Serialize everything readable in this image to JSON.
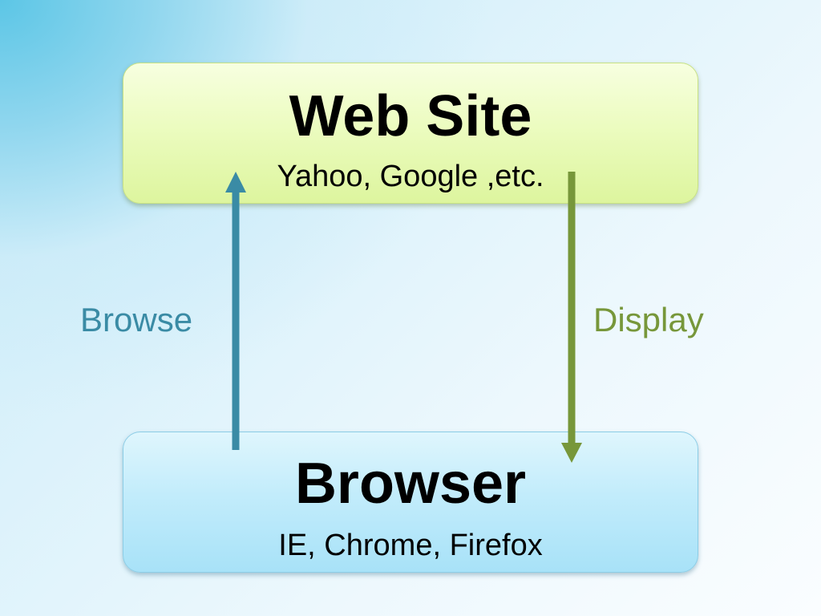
{
  "website": {
    "title": "Web Site",
    "subtitle": "Yahoo, Google ,etc."
  },
  "browser": {
    "title": "Browser",
    "subtitle": "IE, Chrome, Firefox"
  },
  "edges": {
    "browse": {
      "label": "Browse",
      "color": "#3a8ba5",
      "from": "browser",
      "to": "website"
    },
    "display": {
      "label": "Display",
      "color": "#77973a",
      "from": "website",
      "to": "browser"
    }
  },
  "colors": {
    "website_fill": "#ecfcc0",
    "browser_fill": "#c2ecfb"
  }
}
